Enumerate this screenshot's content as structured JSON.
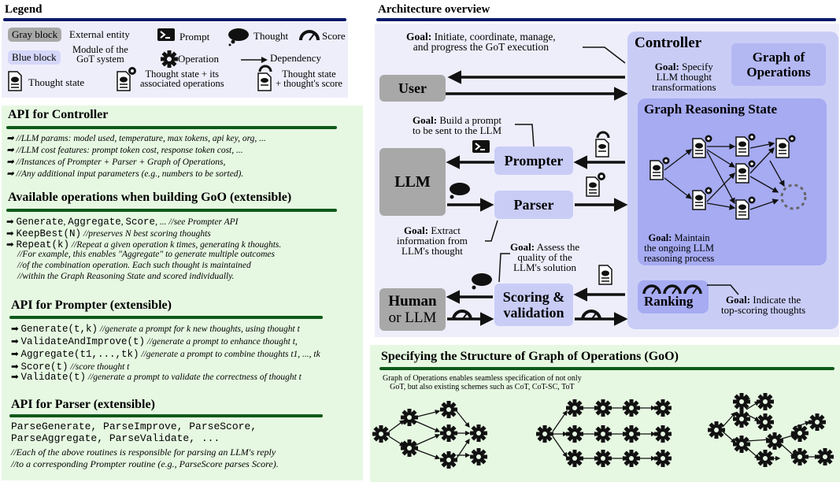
{
  "legend": {
    "title": "Legend",
    "gray_block": "Gray block",
    "gray_desc": "External entity",
    "blue_block": "Blue block",
    "blue_desc_1": "Module of the",
    "blue_desc_2": "GoT system",
    "prompt": "Prompt",
    "thought": "Thought",
    "score": "Score",
    "operation": "Operation",
    "dependency": "Dependency",
    "thought_state": "Thought state",
    "thought_state_ops_1": "Thought state + its",
    "thought_state_ops_2": "associated operations",
    "thought_state_score_1": "Thought state",
    "thought_state_score_2": "+ thought's score"
  },
  "api_controller": {
    "title": "API for Controller",
    "lines": [
      "//LLM params: model used, temperature, max tokens, api key, org, ...",
      "//LLM cost features: prompt token cost, response token cost, ...",
      "//Instances of Prompter + Parser + Graph of Operations,",
      "//Any additional input parameters (e.g., numbers to be sorted)."
    ]
  },
  "operations": {
    "title": "Available operations when building GoO (extensible)",
    "l1_code_a": "Generate",
    "l1_sep_a": ", ",
    "l1_code_b": "Aggregate",
    "l1_sep_b": ", ",
    "l1_code_c": "Score",
    "l1_comment": ", ... //see Prompter API",
    "l2_code": "KeepBest(N)",
    "l2_comment": " //preserves N best scoring thoughts",
    "l3_code": "Repeat(k)",
    "l3_comment": " //Repeat a given operation k times, generating k thoughts.",
    "l4": "//For example, this enables \"Aggregate\" to generate multiple outcomes",
    "l5": "//of the combination operation. Each such thought is maintained",
    "l6": "//within the Graph Reasoning State and scored individually."
  },
  "api_prompter": {
    "title": "API for Prompter (extensible)",
    "lines": [
      {
        "code": "Generate(t,k)",
        "comment": " //generate a prompt for k new thoughts, using thought t"
      },
      {
        "code": "ValidateAndImprove(t)",
        "comment": " //generate a prompt to enhance thought t,"
      },
      {
        "code": "Aggregate(t1,...,tk)",
        "comment": " //generate a prompt to combine thoughts t1, ..., tk"
      },
      {
        "code": "Score(t)",
        "comment": " //score thought t"
      },
      {
        "code": "Validate(t)",
        "comment": " //generate a prompt to validate the correctness of thought t"
      }
    ]
  },
  "api_parser": {
    "title": "API for Parser (extensible)",
    "code1": "ParseGenerate, ParseImprove, ParseScore,",
    "code2": "ParseAggregate, ParseValidate, ...",
    "c1": "//Each of the above routines is responsible for parsing an LLM's reply",
    "c2": "//to a corresponding Prompter routine (e.g., ParseScore parses Score)."
  },
  "architecture": {
    "title": "Architecture overview",
    "goal_controller_1": "Initiate, coordinate, manage,",
    "goal_controller_2": "and progress the GoT execution",
    "goal_label": "Goal:",
    "controller": "Controller",
    "goal_got_1": "Specify",
    "goal_got_2": "LLM thought",
    "goal_got_3": "transformations",
    "graph_ops_1": "Graph of",
    "graph_ops_2": "Operations",
    "user": "User",
    "grs": "Graph Reasoning State",
    "goal_prompter_1": "Build a prompt",
    "goal_prompter_2": "to be sent to the LLM",
    "prompter": "Prompter",
    "llm": "LLM",
    "parser": "Parser",
    "goal_parser_1": "Extract",
    "goal_parser_2": "information from",
    "goal_parser_3": "LLM's thought",
    "goal_grs_1": "Maintain",
    "goal_grs_2": "the ongoing LLM",
    "goal_grs_3": "reasoning process",
    "goal_scoring_1": "Assess the",
    "goal_scoring_2": "quality of the",
    "goal_scoring_3": "LLM's solution",
    "human_1": "Human",
    "human_2": "or LLM",
    "scoring_1": "Scoring &",
    "scoring_2": "validation",
    "ranking": "Ranking",
    "goal_ranking_1": "Indicate the",
    "goal_ranking_2": "top-scoring thoughts"
  },
  "goo": {
    "title": "Specifying the Structure of Graph of Operations (GoO)",
    "desc_1": "Graph of Operations enables seamless specification of not only",
    "desc_2": "GoT, but also existing schemes such as CoT, CoT-SC, ToT"
  },
  "colors": {
    "navy": "#0b1a6b",
    "green": "#0f5a1a",
    "module_blue": "#c9cdf6",
    "external_gray": "#a8a8a8",
    "panel_green": "#e6f8e2"
  }
}
